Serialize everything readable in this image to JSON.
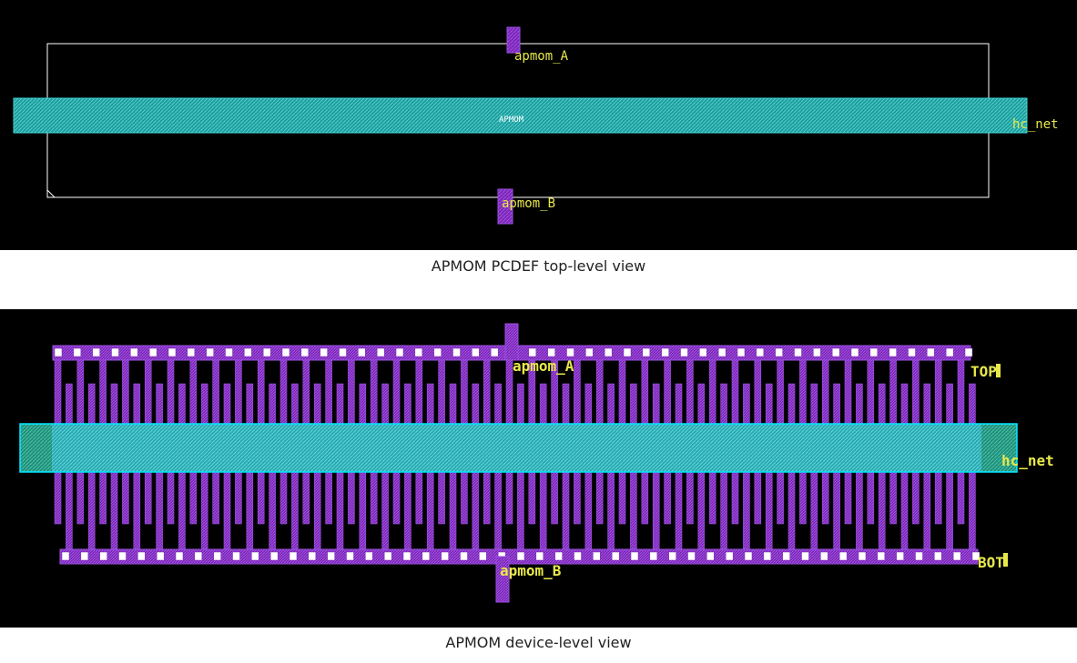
{
  "top_view": {
    "caption": "APMOM PCDEF top-level view",
    "labels": {
      "pin_a": "apmom_A",
      "pin_b": "apmom_B",
      "device": "APMOM",
      "net": "hc_net"
    }
  },
  "device_view": {
    "caption": "APMOM device-level view",
    "labels": {
      "pin_a": "apmom_A",
      "pin_b": "apmom_B",
      "top": "TOP",
      "bot": "BOT",
      "net": "hc_net"
    }
  },
  "colors": {
    "background": "#000000",
    "metal": "#8a2fc7",
    "poly_band": "#2fb5b5",
    "band_outline": "#00e5ff",
    "label": "#e8e84a",
    "boundary": "#ffffff"
  }
}
